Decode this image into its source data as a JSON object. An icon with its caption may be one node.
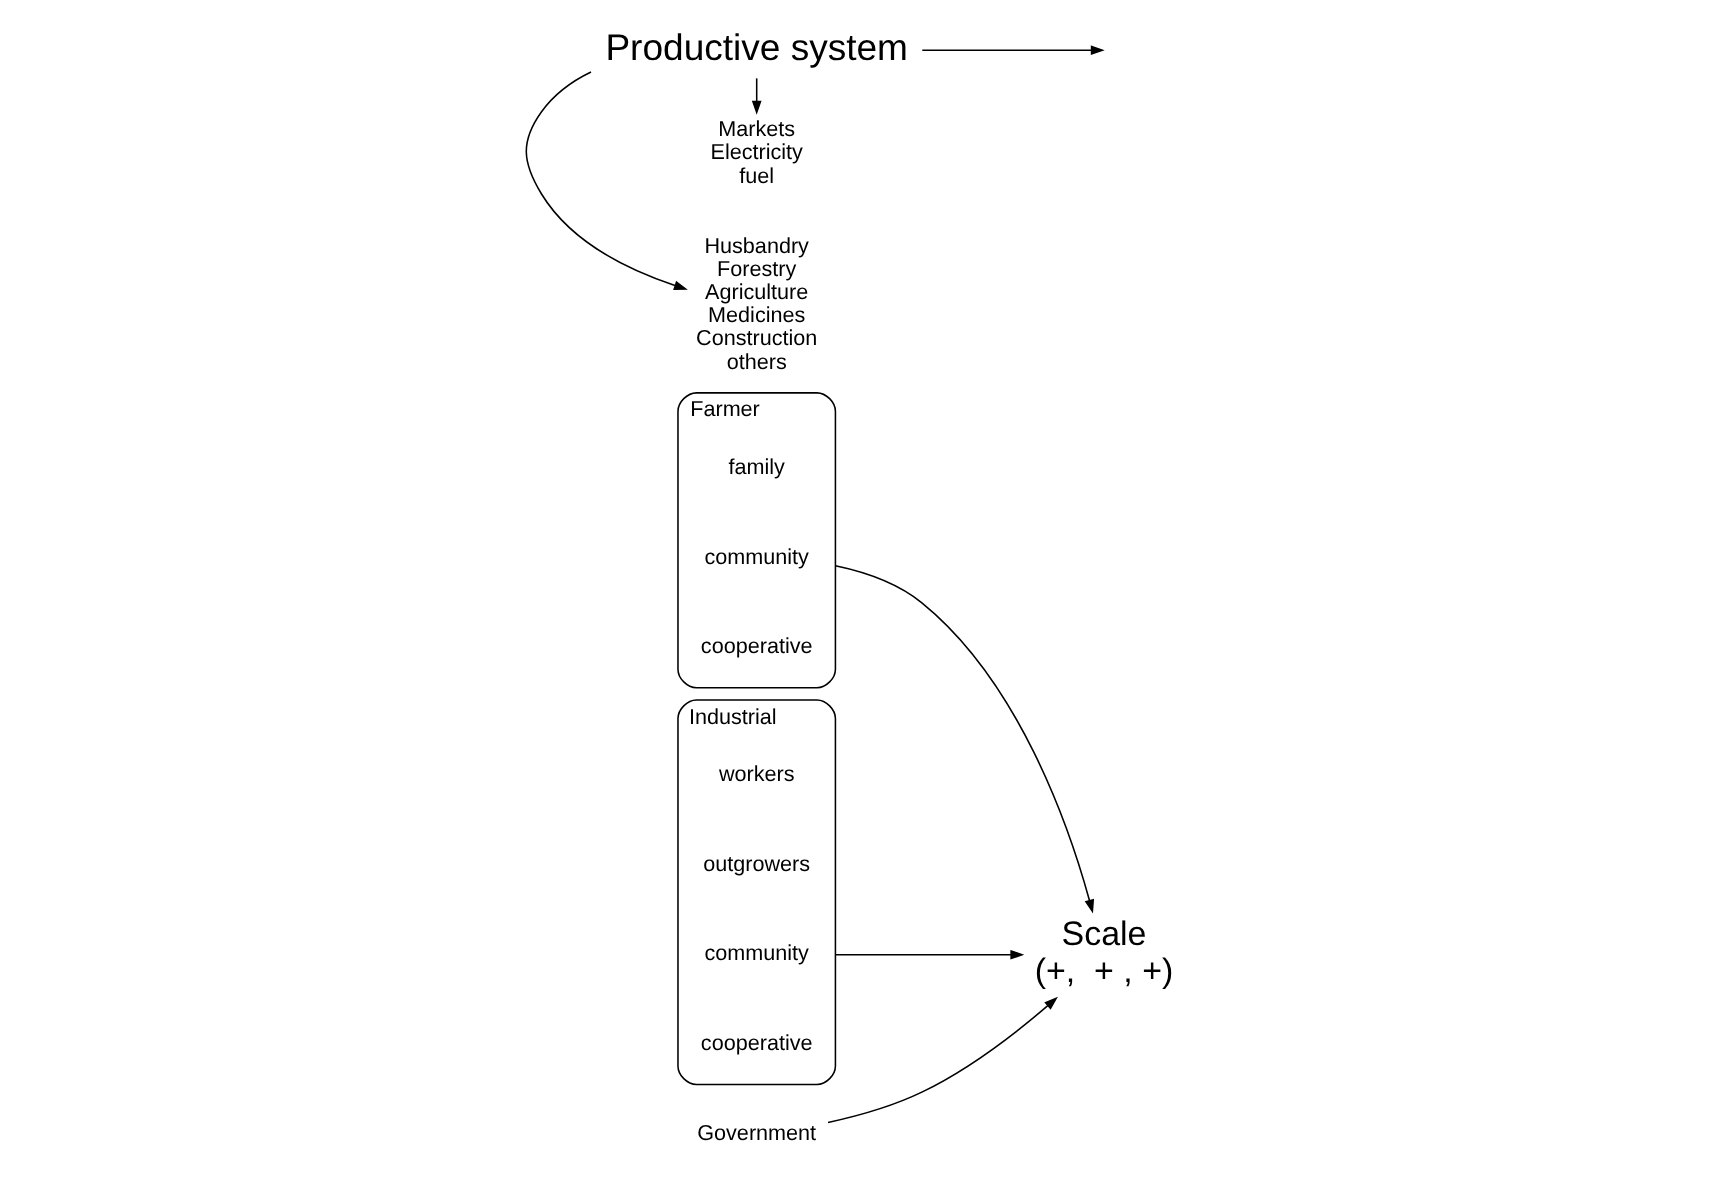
{
  "diagram": {
    "nodes": [
      {
        "text": [
          "Farmer"
        ]
      },
      {
        "text": [
          "family"
        ],
        "in": 0
      },
      {
        "text": [
          "community"
        ],
        "in": 0
      },
      {
        "text": [
          "cooperative"
        ],
        "in": 0
      },
      {
        "text": [
          "Industrial"
        ]
      },
      {
        "text": [
          "workers"
        ],
        "in": 4
      },
      {
        "text": [
          "outgrowers"
        ],
        "in": 4
      },
      {
        "text": [
          "community"
        ],
        "in": 4
      },
      {
        "text": [
          "cooperative"
        ],
        "in": 4
      },
      {
        "text": [
          "Government"
        ]
      },
      {
        "text": [
          "Scale",
          "(+,  + , +)"
        ]
      },
      {
        "text": [
          "Productive system"
        ]
      },
      {
        "text": [
          "Husbandry",
          "Forestry",
          "Agriculture",
          "Medicines",
          "Construction",
          "others"
        ]
      },
      {
        "text": [
          "Markets",
          "Electricity",
          "fuel"
        ]
      }
    ],
    "edges": [
      {
        "from": 0,
        "to": 10,
        "arrow": "to"
      },
      {
        "from": 4,
        "to": 10,
        "arrow": "to"
      },
      {
        "from": 9,
        "to": 10,
        "arrow": "to"
      },
      {
        "from": 11,
        "to": 12,
        "arrow": "to"
      },
      {
        "from": 11,
        "to": 13,
        "arrow": "to"
      },
      {
        "from": 11,
        "to": null,
        "arrow": "to"
      }
    ]
  }
}
